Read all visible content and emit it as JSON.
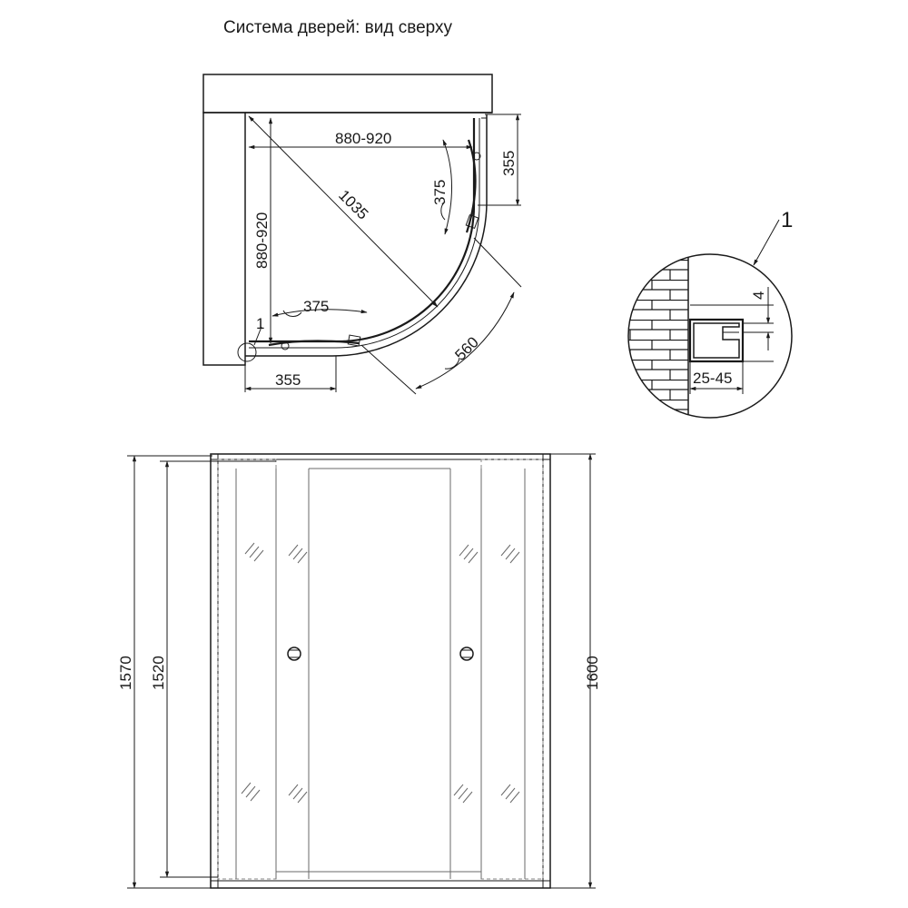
{
  "title": "Система дверей: вид сверху",
  "top_view": {
    "width_label": "880-920",
    "depth_label": "880-920",
    "diagonal_label": "1035",
    "side_panel_top_label": "355",
    "side_panel_bottom_label": "355",
    "door_right_label": "375",
    "door_bottom_label": "375",
    "arc_label": "560",
    "callout_label": "1"
  },
  "detail_view": {
    "callout_label": "1",
    "gap_label": "4",
    "range_label": "25-45"
  },
  "front_view": {
    "height_outer_label": "1570",
    "height_inner_label": "1520",
    "height_total_label": "1600"
  },
  "colors": {
    "line": "#1a1a1a",
    "hidden": "#8a8a8a",
    "background": "#ffffff"
  }
}
